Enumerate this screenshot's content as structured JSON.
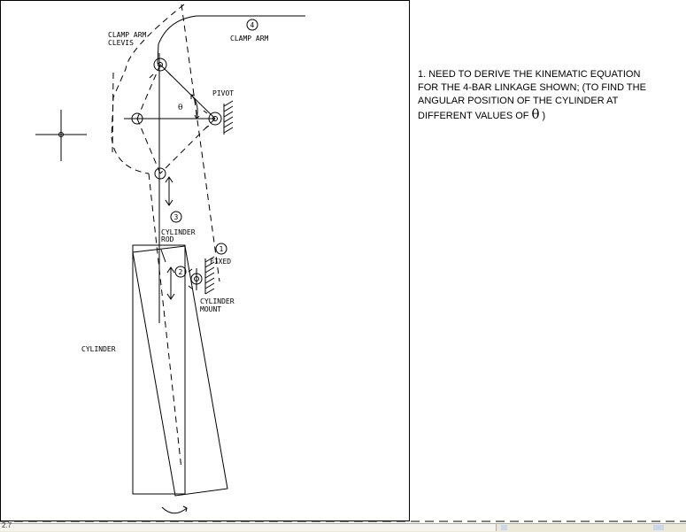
{
  "labels": {
    "clamp_arm_clevis": [
      "CLAMP ARM",
      "CLEVIS"
    ],
    "clamp_arm": "CLAMP ARM",
    "pivot": "PIVOT",
    "theta_small": "θ",
    "cylinder_rod": [
      "CYLINDER",
      "ROD"
    ],
    "fixed": "FIXED",
    "cylinder_mount": [
      "CYLINDER",
      "MOUNT"
    ],
    "cylinder": "CYLINDER",
    "link_numbers": [
      "1",
      "2",
      "3",
      "4"
    ]
  },
  "note": {
    "lines": [
      "1. NEED TO DERIVE THE KINEMATIC EQUATION",
      "FOR THE 4-BAR LINKAGE SHOWN; (TO FIND THE",
      "ANGULAR POSITION OF THE CYLINDER AT"
    ],
    "last_line_prefix": "DIFFERENT VALUES OF",
    "theta": "θ",
    "last_line_suffix": ")"
  },
  "status_bar": {
    "text": "2.7"
  }
}
